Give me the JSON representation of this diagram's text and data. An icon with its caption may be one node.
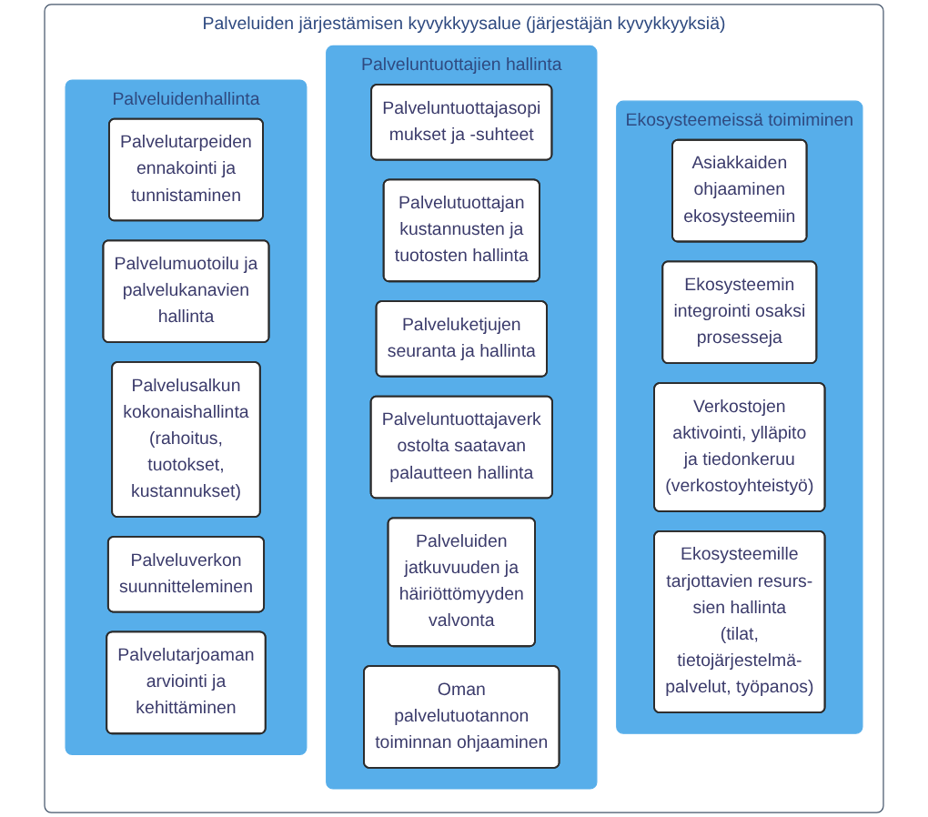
{
  "diagram": {
    "nodes": [
      {
        "text": [
          "Palveluiden järjestämisen kyvykkyysalue (järjestäjän kyvykkyyksiä)"
        ]
      },
      {
        "text": [
          "Palveluidenhallinta"
        ],
        "in": 0
      },
      {
        "text": [
          "Palvelutarpeiden ennakointi ja tunnistaminen"
        ],
        "in": 1
      },
      {
        "text": [
          "Palvelumuotoilu ja palvelukanavien hallinta"
        ],
        "in": 1
      },
      {
        "text": [
          "Palvelusalkun kokonaishallinta (rahoitus, tuotokset, kustannukset)"
        ],
        "in": 1
      },
      {
        "text": [
          "Palveluverkon suunnitteleminen"
        ],
        "in": 1
      },
      {
        "text": [
          "Palvelutarjoaman arviointi ja kehittäminen"
        ],
        "in": 1
      },
      {
        "text": [
          "Palveluntuottajien hallinta"
        ],
        "in": 0
      },
      {
        "text": [
          "Palveluntuottajasopi mukset ja -suhteet"
        ],
        "in": 7
      },
      {
        "text": [
          "Palvelutuottajan kustannusten ja tuotosten hallinta"
        ],
        "in": 7
      },
      {
        "text": [
          "Palveluketjujen seuranta ja hallinta"
        ],
        "in": 7
      },
      {
        "text": [
          "Palveluntuottajaverk ostolta saatavan palautteen hallinta"
        ],
        "in": 7
      },
      {
        "text": [
          "Palveluiden jatkuvuuden ja häiriöttömyyden valvonta"
        ],
        "in": 7
      },
      {
        "text": [
          "Oman palvelutuotannon toiminnan ohjaaminen"
        ],
        "in": 7
      },
      {
        "text": [
          "Ekosysteemeissä toimiminen"
        ],
        "in": 0
      },
      {
        "text": [
          "Asiakkaiden ohjaaminen ekosysteemiin"
        ],
        "in": 14
      },
      {
        "text": [
          "Ekosysteemin integrointi osaksi prosesseja"
        ],
        "in": 14
      },
      {
        "text": [
          "Verkostojen aktivointi, ylläpito ja tiedonkeruu (verkostoyhteistyö)"
        ],
        "in": 14
      },
      {
        "text": [
          "Ekosysteemille tarjottavien resurs- sien hallinta (tilat, tietojärjestelmä- palvelut, työpanos)"
        ],
        "in": 14
      }
    ],
    "edges": []
  }
}
